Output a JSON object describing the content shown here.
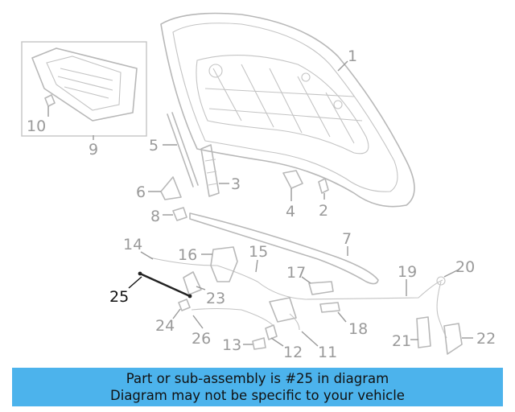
{
  "callouts": [
    "1",
    "2",
    "3",
    "4",
    "5",
    "6",
    "7",
    "8",
    "9",
    "10",
    "11",
    "12",
    "13",
    "14",
    "15",
    "16",
    "17",
    "18",
    "19",
    "20",
    "21",
    "22",
    "23",
    "24",
    "25",
    "26"
  ],
  "highlighted_callout": "25",
  "colors": {
    "banner_bg": "#4cb3ec",
    "part_stroke": "#b8b8b8",
    "label_gray": "#9a9a9a",
    "highlight": "#111111"
  },
  "banner": {
    "line1": "Part or sub-assembly is #25 in diagram",
    "line2": "Diagram may not be specific to your vehicle"
  }
}
